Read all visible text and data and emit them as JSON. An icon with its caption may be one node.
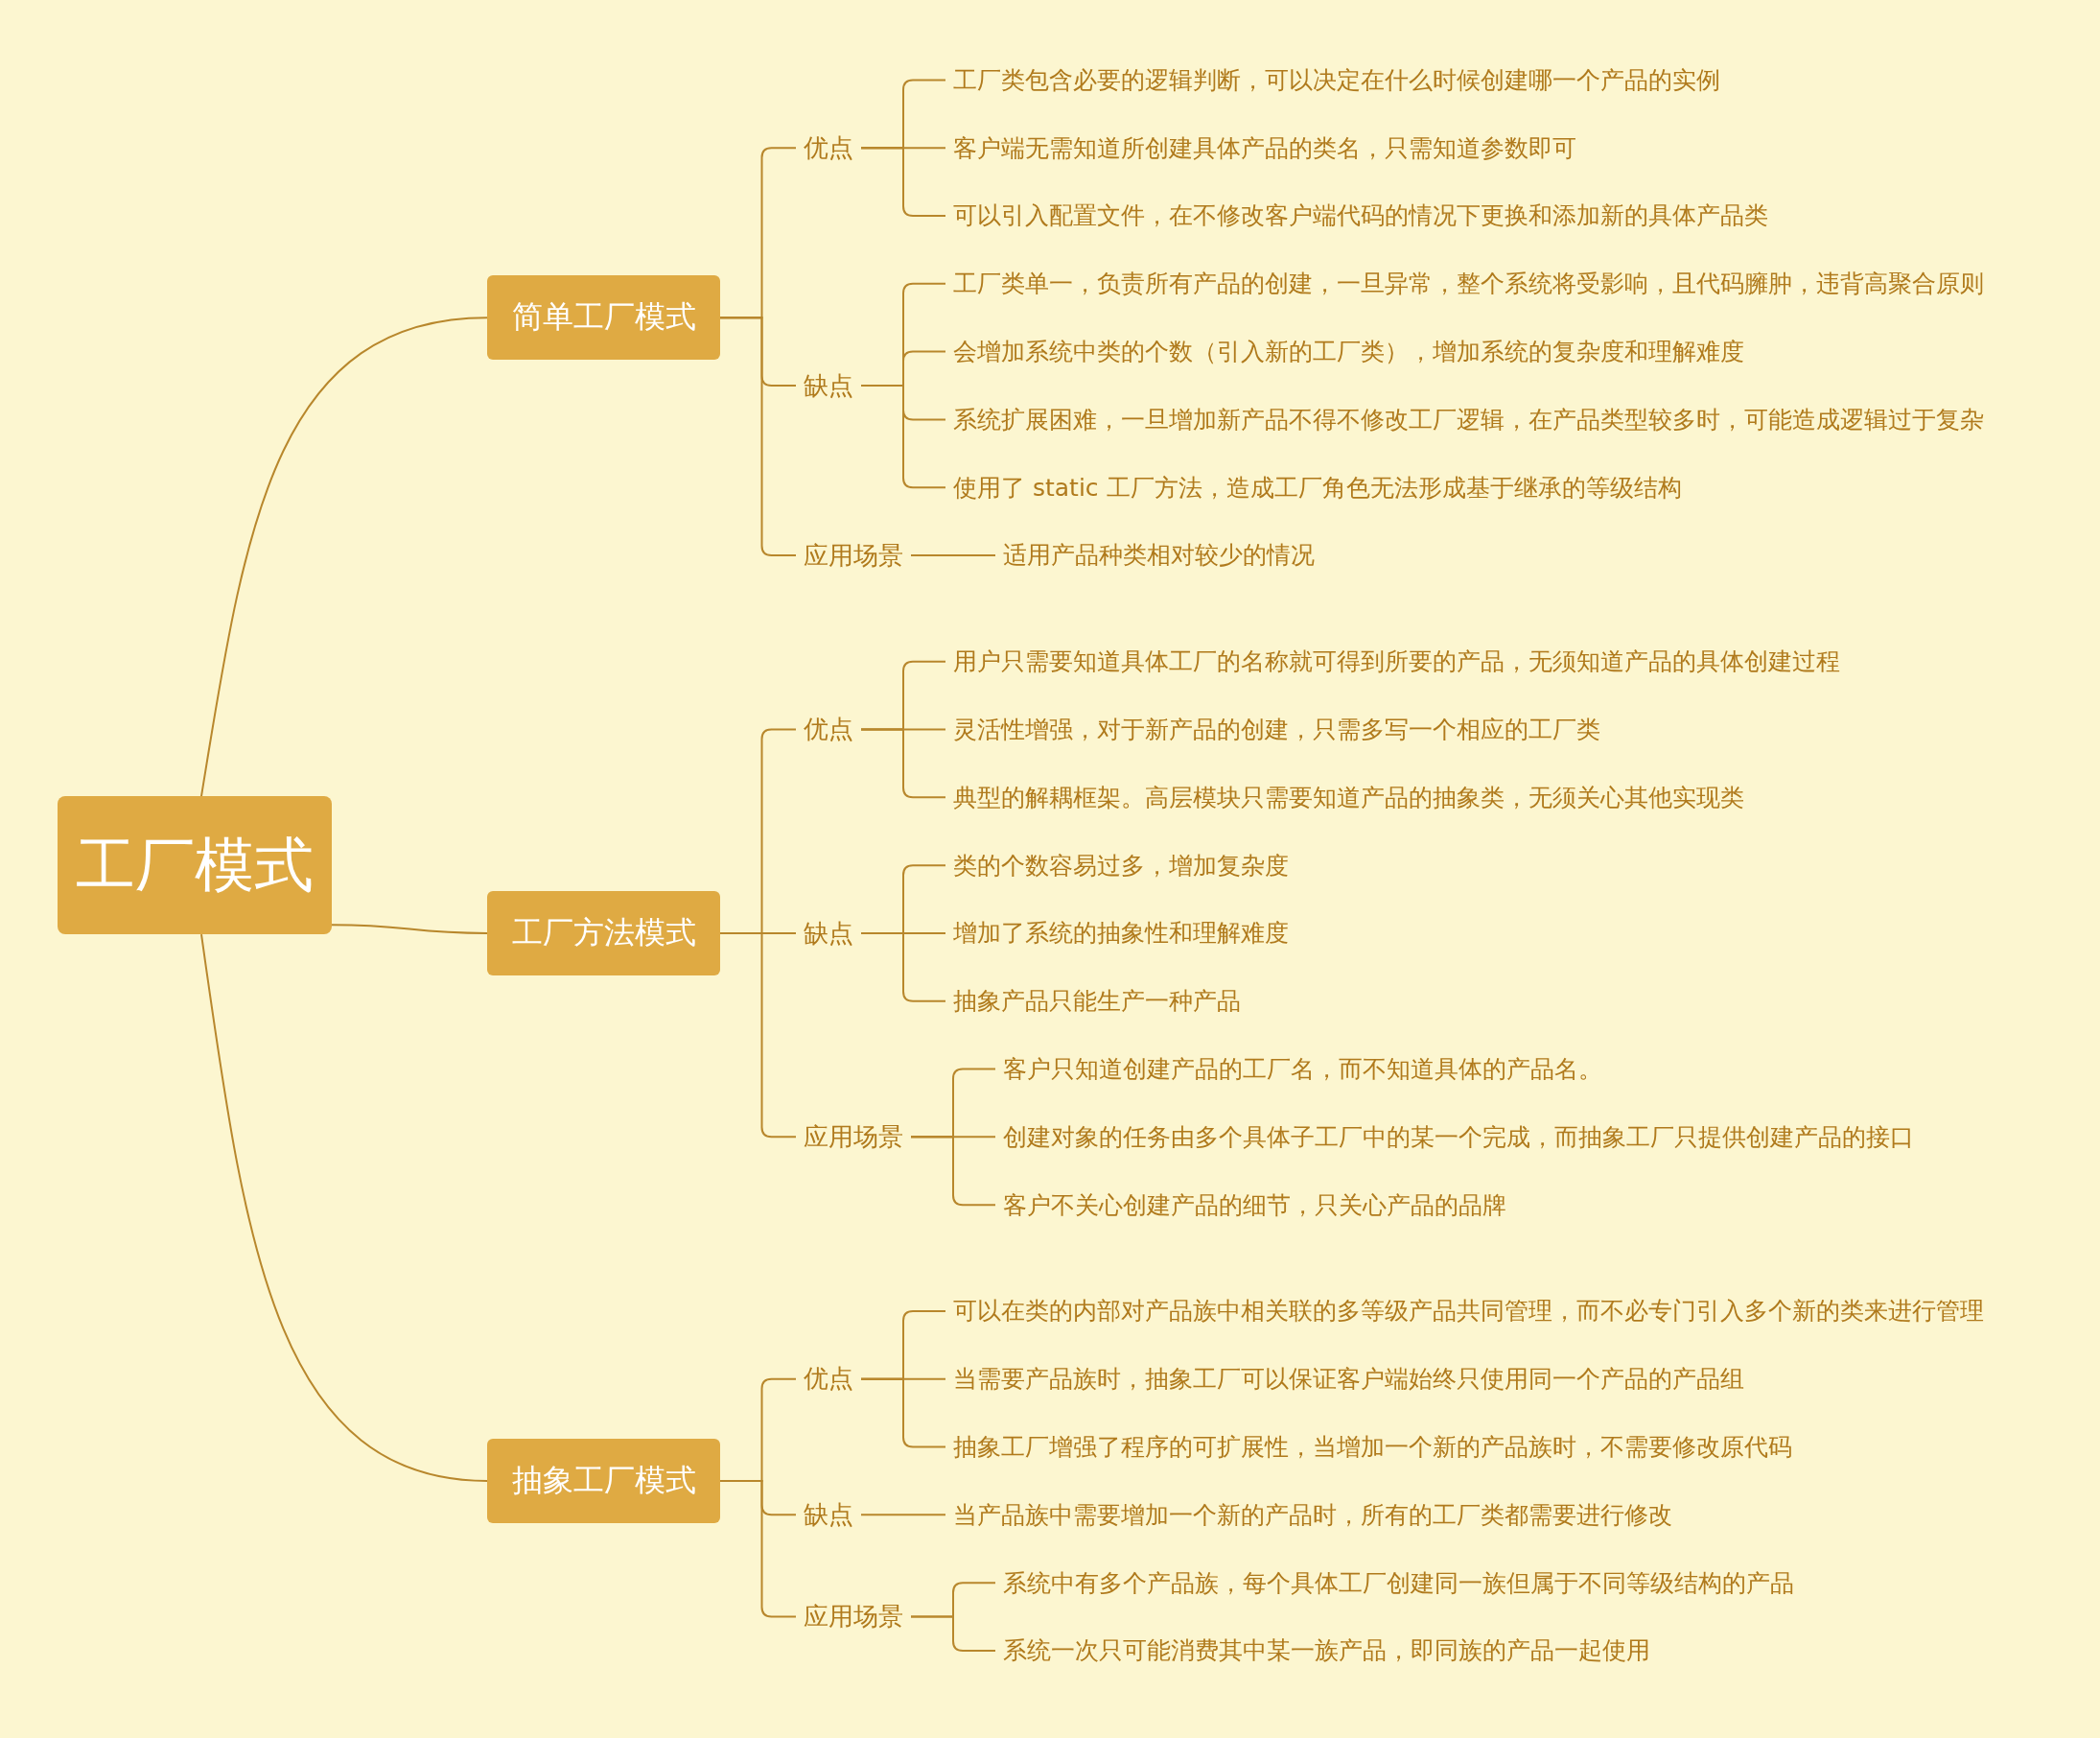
{
  "diagram": {
    "nodes": [
      {
        "text": [
          "工厂模式"
        ]
      },
      {
        "text": [
          "简单工厂模式"
        ]
      },
      {
        "text": [
          "优点"
        ]
      },
      {
        "text": [
          "工厂类包含必要的逻辑判断，可以决定在什么时候创建哪一个产品的实例"
        ]
      },
      {
        "text": [
          "客户端无需知道所创建具体产品的类名，只需知道参数即可"
        ]
      },
      {
        "text": [
          "可以引入配置文件，在不修改客户端代码的情况下更换和添加新的具体产品类"
        ]
      },
      {
        "text": [
          "缺点"
        ]
      },
      {
        "text": [
          "工厂类单一，负责所有产品的创建，一旦异常，整个系统将受影响，且代码臃肿，违背高聚合原则"
        ]
      },
      {
        "text": [
          "会增加系统中类的个数（引入新的工厂类），增加系统的复杂度和理解难度"
        ]
      },
      {
        "text": [
          "系统扩展困难，一旦增加新产品不得不修改工厂逻辑，在产品类型较多时，可能造成逻辑过于复杂"
        ]
      },
      {
        "text": [
          "使用了 static 工厂方法，造成工厂角色无法形成基于继承的等级结构"
        ]
      },
      {
        "text": [
          "应用场景"
        ]
      },
      {
        "text": [
          "适用产品种类相对较少的情况"
        ]
      },
      {
        "text": [
          "工厂方法模式"
        ]
      },
      {
        "text": [
          "优点"
        ]
      },
      {
        "text": [
          "用户只需要知道具体工厂的名称就可得到所要的产品，无须知道产品的具体创建过程"
        ]
      },
      {
        "text": [
          "灵活性增强，对于新产品的创建，只需多写一个相应的工厂类"
        ]
      },
      {
        "text": [
          "典型的解耦框架。高层模块只需要知道产品的抽象类，无须关心其他实现类"
        ]
      },
      {
        "text": [
          "缺点"
        ]
      },
      {
        "text": [
          "类的个数容易过多，增加复杂度"
        ]
      },
      {
        "text": [
          "增加了系统的抽象性和理解难度"
        ]
      },
      {
        "text": [
          "抽象产品只能生产一种产品"
        ]
      },
      {
        "text": [
          "应用场景"
        ]
      },
      {
        "text": [
          "客户只知道创建产品的工厂名，而不知道具体的产品名。"
        ]
      },
      {
        "text": [
          "创建对象的任务由多个具体子工厂中的某一个完成，而抽象工厂只提供创建产品的接口"
        ]
      },
      {
        "text": [
          "客户不关心创建产品的细节，只关心产品的品牌"
        ]
      },
      {
        "text": [
          "抽象工厂模式"
        ]
      },
      {
        "text": [
          "优点"
        ]
      },
      {
        "text": [
          "可以在类的内部对产品族中相关联的多等级产品共同管理，而不必专门引入多个新的类来进行管理"
        ]
      },
      {
        "text": [
          "当需要产品族时，抽象工厂可以保证客户端始终只使用同一个产品的产品组"
        ]
      },
      {
        "text": [
          "抽象工厂增强了程序的可扩展性，当增加一个新的产品族时，不需要修改原代码"
        ]
      },
      {
        "text": [
          "缺点"
        ]
      },
      {
        "text": [
          "当产品族中需要增加一个新的产品时，所有的工厂类都需要进行修改"
        ]
      },
      {
        "text": [
          "应用场景"
        ]
      },
      {
        "text": [
          "系统中有多个产品族，每个具体工厂创建同一族但属于不同等级结构的产品"
        ]
      },
      {
        "text": [
          "系统一次只可能消费其中某一族产品，即同族的产品一起使用"
        ]
      }
    ],
    "edges": [
      {
        "from": 0,
        "to": 1,
        "arrow": "none"
      },
      {
        "from": 0,
        "to": 13,
        "arrow": "none"
      },
      {
        "from": 0,
        "to": 26,
        "arrow": "none"
      },
      {
        "from": 1,
        "to": 2,
        "arrow": "none"
      },
      {
        "from": 1,
        "to": 6,
        "arrow": "none"
      },
      {
        "from": 1,
        "to": 11,
        "arrow": "none"
      },
      {
        "from": 2,
        "to": 3,
        "arrow": "none"
      },
      {
        "from": 2,
        "to": 4,
        "arrow": "none"
      },
      {
        "from": 2,
        "to": 5,
        "arrow": "none"
      },
      {
        "from": 6,
        "to": 7,
        "arrow": "none"
      },
      {
        "from": 6,
        "to": 8,
        "arrow": "none"
      },
      {
        "from": 6,
        "to": 9,
        "arrow": "none"
      },
      {
        "from": 6,
        "to": 10,
        "arrow": "none"
      },
      {
        "from": 11,
        "to": 12,
        "arrow": "none"
      },
      {
        "from": 13,
        "to": 14,
        "arrow": "none"
      },
      {
        "from": 13,
        "to": 18,
        "arrow": "none"
      },
      {
        "from": 13,
        "to": 22,
        "arrow": "none"
      },
      {
        "from": 14,
        "to": 15,
        "arrow": "none"
      },
      {
        "from": 14,
        "to": 16,
        "arrow": "none"
      },
      {
        "from": 14,
        "to": 17,
        "arrow": "none"
      },
      {
        "from": 18,
        "to": 19,
        "arrow": "none"
      },
      {
        "from": 18,
        "to": 20,
        "arrow": "none"
      },
      {
        "from": 18,
        "to": 21,
        "arrow": "none"
      },
      {
        "from": 22,
        "to": 23,
        "arrow": "none"
      },
      {
        "from": 22,
        "to": 24,
        "arrow": "none"
      },
      {
        "from": 22,
        "to": 25,
        "arrow": "none"
      },
      {
        "from": 26,
        "to": 27,
        "arrow": "none"
      },
      {
        "from": 26,
        "to": 31,
        "arrow": "none"
      },
      {
        "from": 26,
        "to": 33,
        "arrow": "none"
      },
      {
        "from": 27,
        "to": 28,
        "arrow": "none"
      },
      {
        "from": 27,
        "to": 29,
        "arrow": "none"
      },
      {
        "from": 27,
        "to": 30,
        "arrow": "none"
      },
      {
        "from": 31,
        "to": 32,
        "arrow": "none"
      },
      {
        "from": 33,
        "to": 34,
        "arrow": "none"
      },
      {
        "from": 33,
        "to": 35,
        "arrow": "none"
      }
    ]
  }
}
